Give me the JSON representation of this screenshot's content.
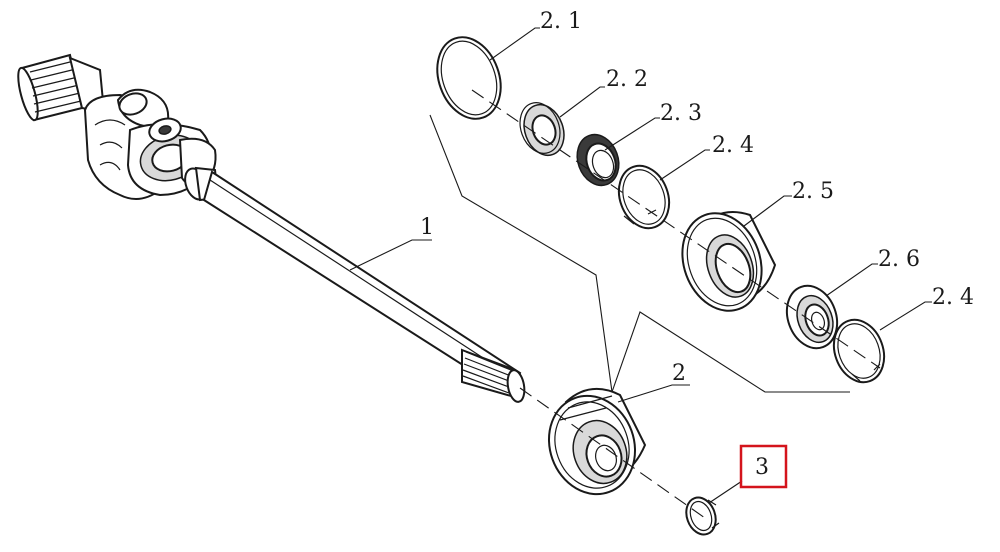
{
  "callouts": [
    {
      "id": "1",
      "label": "1"
    },
    {
      "id": "2",
      "label": "2"
    },
    {
      "id": "2_1",
      "label": "2. 1"
    },
    {
      "id": "2_2",
      "label": "2. 2"
    },
    {
      "id": "2_3",
      "label": "2. 3"
    },
    {
      "id": "2_4a",
      "label": "2. 4"
    },
    {
      "id": "2_5",
      "label": "2. 5"
    },
    {
      "id": "2_6",
      "label": "2. 6"
    },
    {
      "id": "2_4b",
      "label": "2. 4"
    },
    {
      "id": "3",
      "label": "3"
    }
  ],
  "highlight": {
    "callout": "3",
    "color": "#d4141c"
  }
}
